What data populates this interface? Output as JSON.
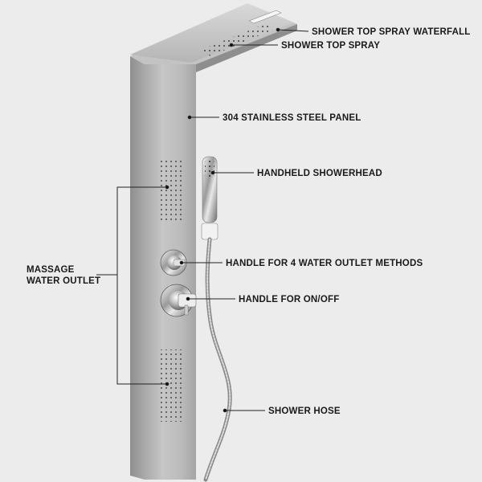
{
  "colors": {
    "background": "#ececec",
    "panel_front": "#b9b9b9",
    "panel_side": "#9d9d9d",
    "leader_line": "#222222",
    "label_text": "#1a1a1a"
  },
  "labels": {
    "shower_top_spray_waterfall": "SHOWER TOP SPRAY WATERFALL",
    "shower_top_spray": "SHOWER TOP SPRAY",
    "stainless_steel_panel": "304 STAINLESS STEEL PANEL",
    "handheld_showerhead": "HANDHELD SHOWERHEAD",
    "massage_water_outlet_line1": "MASSAGE",
    "massage_water_outlet_line2": "WATER OUTLET",
    "handle_4_methods": "HANDLE FOR 4 WATER OUTLET METHODS",
    "handle_on_off": "HANDLE FOR ON/OFF",
    "shower_hose": "SHOWER HOSE"
  }
}
